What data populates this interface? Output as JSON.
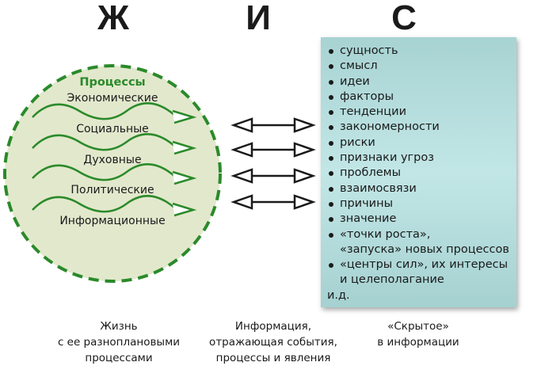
{
  "letters": [
    "Ж",
    "И",
    "С"
  ],
  "circle": {
    "title": "Процессы",
    "processes": [
      "Экономические",
      "Социальные",
      "Духовные",
      "Политические",
      "Информационные"
    ],
    "fill": "#e2e8cc",
    "stroke": "#2a8a2a"
  },
  "box": {
    "items": [
      "сущность",
      "смысл",
      "идеи",
      "факторы",
      "тенденции",
      "закономерности",
      "риски",
      "признаки угроз",
      "проблемы",
      "взаимосвязи",
      "причины",
      "значение",
      "«точки роста»,",
      "«запуска» новых процессов",
      "«центры сил», их интересы",
      "и целеполагание",
      "и.д."
    ]
  },
  "captions": [
    [
      "Жизнь",
      "с ее разноплановыми",
      "процессами"
    ],
    [
      "Информация,",
      "отражающая события,",
      "процессы и явления"
    ],
    [
      "«Скрытое»",
      "в информации"
    ]
  ]
}
